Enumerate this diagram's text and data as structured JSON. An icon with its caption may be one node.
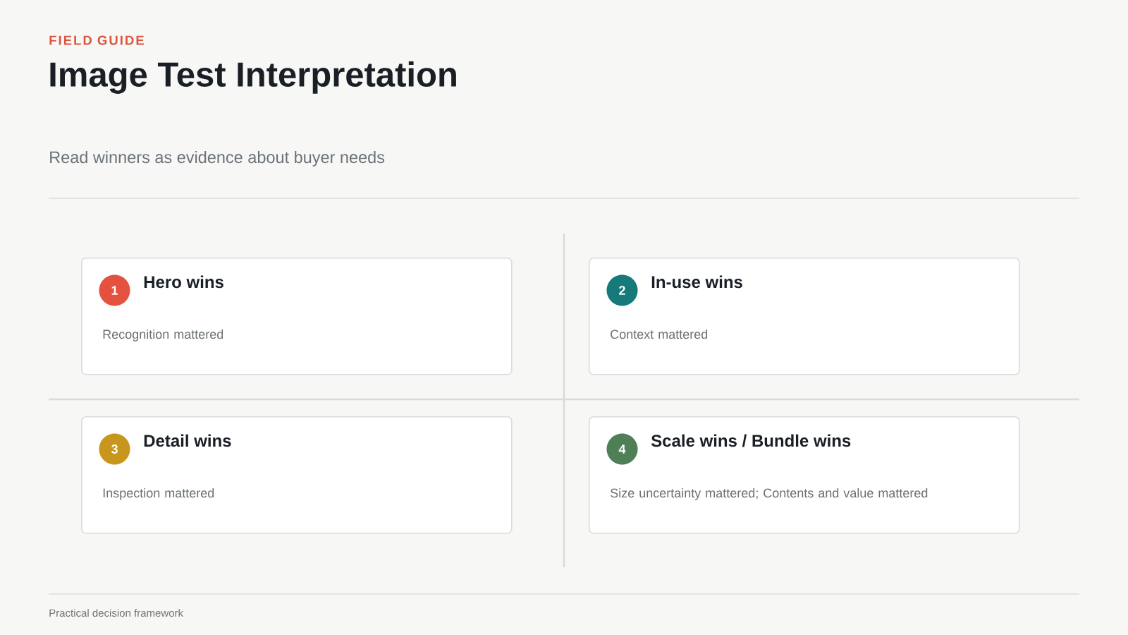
{
  "diagram": {
    "title": "Image Test Interpretation",
    "nodes": [
      {
        "text": [
          "Hero wins",
          "Recognition mattered"
        ]
      },
      {
        "text": [
          "1"
        ],
        "in": 0
      },
      {
        "text": [
          "In-use wins",
          "Context mattered"
        ]
      },
      {
        "text": [
          "2"
        ],
        "in": 2
      },
      {
        "text": [
          "Detail wins",
          "Inspection mattered"
        ]
      },
      {
        "text": [
          "3"
        ],
        "in": 4
      },
      {
        "text": [
          "Scale wins / Bundle wins",
          "Size uncertainty mattered; Contents and value mattered"
        ]
      },
      {
        "text": [
          "4"
        ],
        "in": 6
      }
    ],
    "labels": [
      "FIELD GUIDE",
      "Read winners as evidence about buyer needs",
      "Practical decision framework"
    ]
  }
}
